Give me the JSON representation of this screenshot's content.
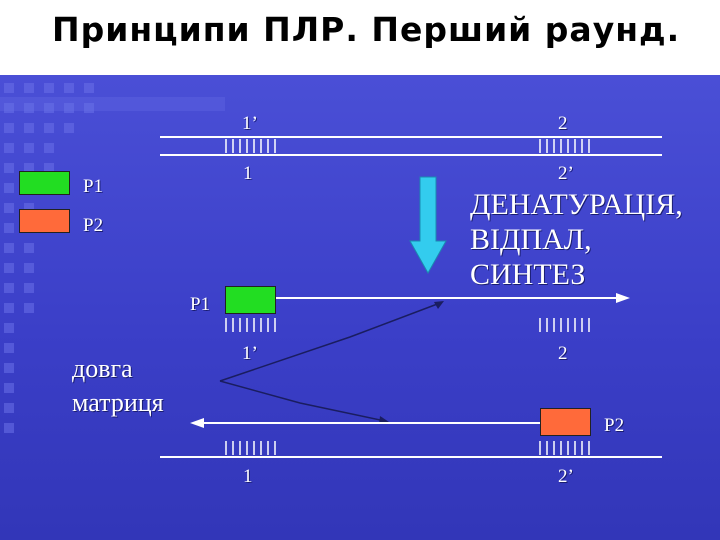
{
  "title": "Принципи ПЛР. Перший раунд.",
  "labels": {
    "top_1p": "1’",
    "top_2": "2",
    "top_1": "1",
    "top_2p": "2’",
    "p1_legend": "P1",
    "p2_legend": "P2",
    "p1_mid": "P1",
    "mid_1p": "1’",
    "mid_2": "2",
    "p2_mid": "P2",
    "bot_1": "1",
    "bot_2p": "2’",
    "long_template": "довга\nматриця"
  },
  "steps": {
    "line1": "ДЕНАТУРАЦІЯ,",
    "line2": "ВІДПАЛ,",
    "line3": "СИНТЕЗ"
  },
  "colors": {
    "p1_primer": "#22dd22",
    "p2_primer": "#ff6a3a",
    "arrow": "#33ccee",
    "strand": "#ffffff"
  }
}
